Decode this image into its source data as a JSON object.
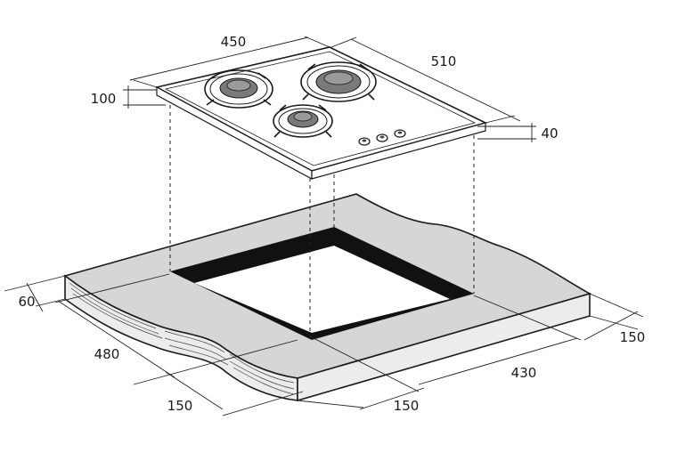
{
  "dimensions": {
    "hob_width": "450",
    "hob_depth": "510",
    "hob_height_above": "100",
    "hob_thickness": "40",
    "worktop_thickness": "60",
    "cutout_depth": "480",
    "cutout_width": "430",
    "front_margin_left": "150",
    "front_margin_center": "150",
    "right_margin": "150"
  },
  "colors": {
    "worktop_top": "#d6d6d6",
    "worktop_edge": "#ececec",
    "cutout_lip": "#111111",
    "burner_fill": "#7a7a7a",
    "line": "#1a1a1a"
  }
}
